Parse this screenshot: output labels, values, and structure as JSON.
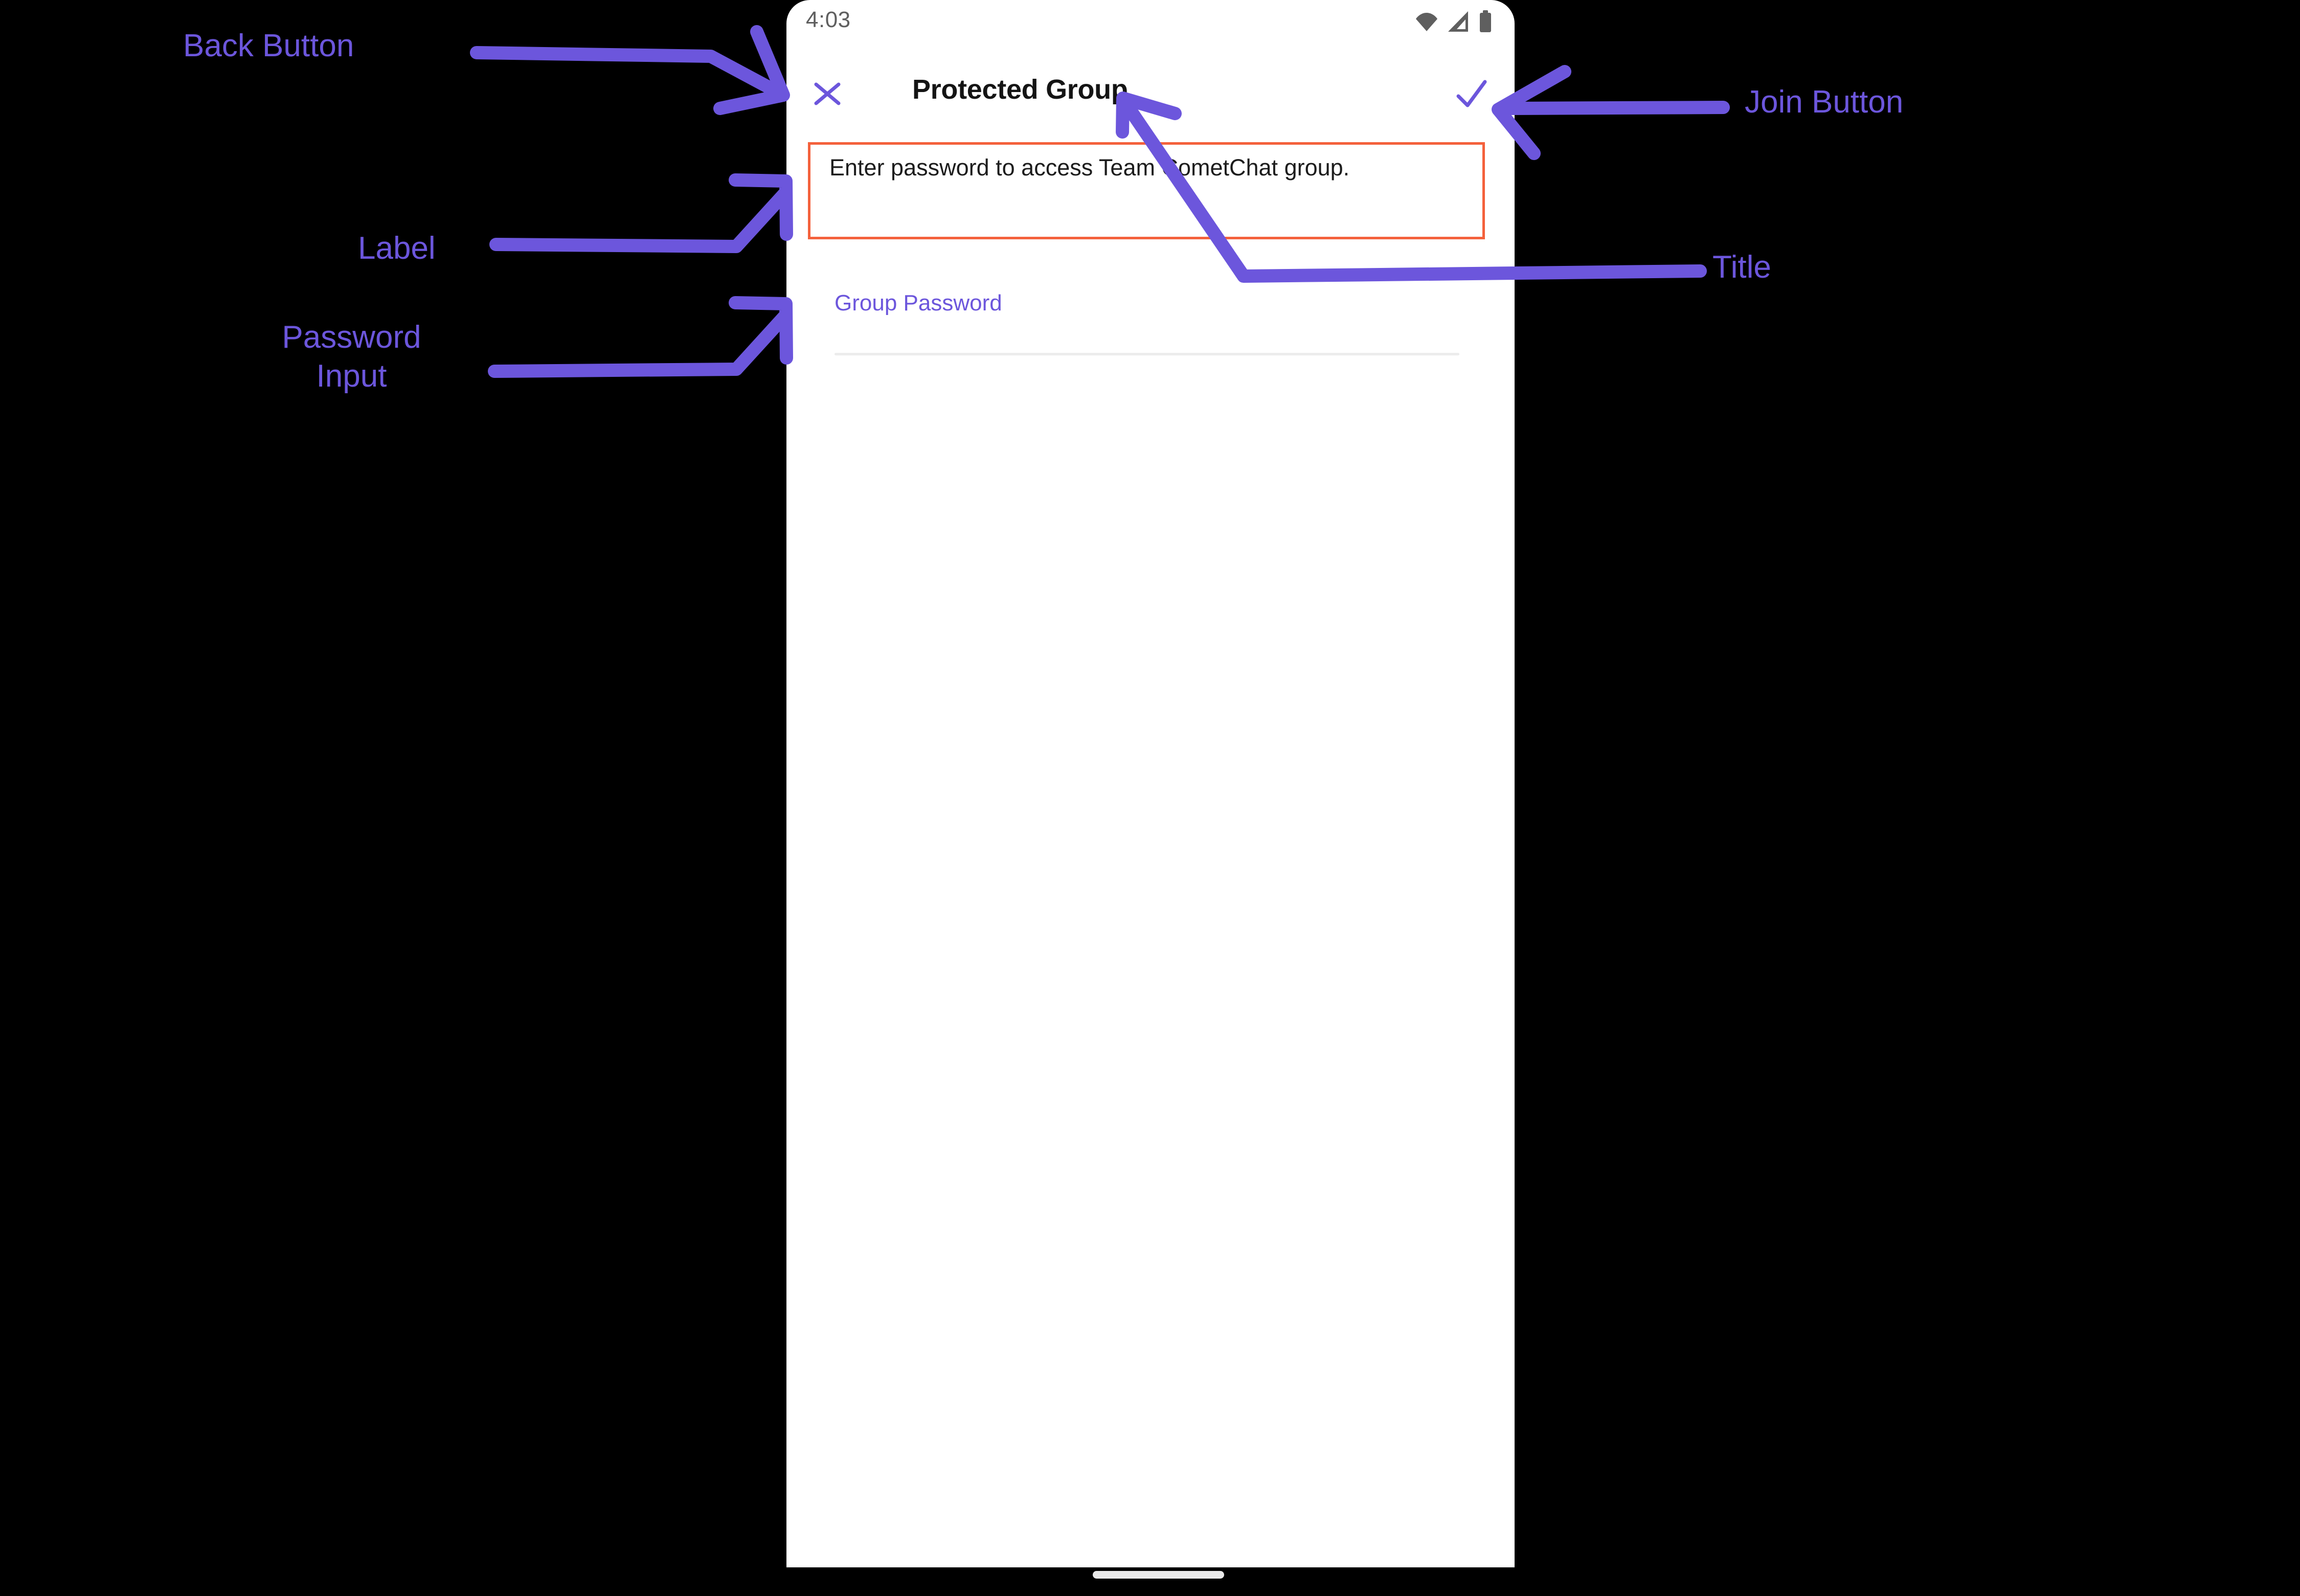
{
  "status_bar": {
    "time": "4:03",
    "icons": [
      "wifi-icon",
      "cellular-signal-icon",
      "battery-icon"
    ]
  },
  "app_bar": {
    "close_icon": "close-x-icon",
    "title": "Protected Group",
    "join_icon": "check-icon"
  },
  "content": {
    "description": "Enter password to access Team CometChat group.",
    "password_label": "Group Password",
    "password_value": "",
    "password_placeholder": ""
  },
  "annotations": {
    "back_button": "Back Button",
    "label": "Label",
    "password_input": "Password\nInput",
    "join_button": "Join Button",
    "title": "Title"
  },
  "colors": {
    "accent_purple": "#6c56dc",
    "highlight_orange": "#f4613c",
    "background": "#000000",
    "phone_surface": "#ffffff",
    "status_gray": "#5f5f5f",
    "underline_gray": "#ececec"
  }
}
